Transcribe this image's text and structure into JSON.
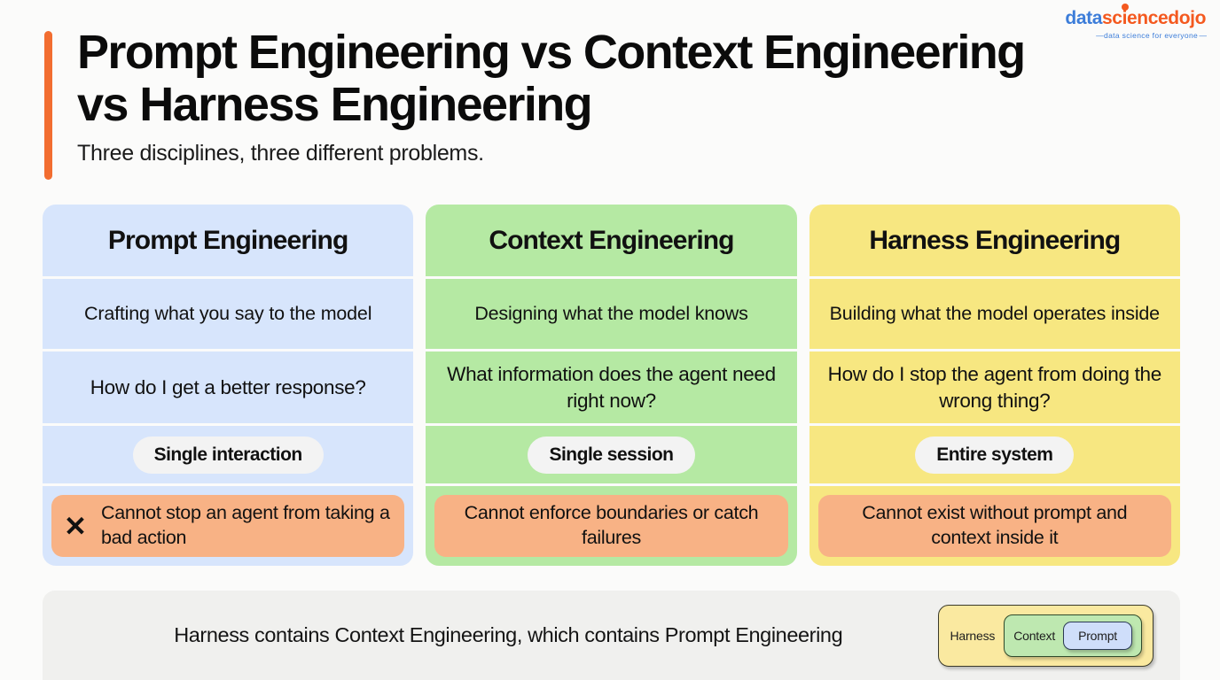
{
  "logo": {
    "part1": "data",
    "part2": "science",
    "part3": "dojo",
    "tagline": "data science for everyone",
    "colors": {
      "blue": "#3C7DD9",
      "orange": "#F4591F"
    }
  },
  "header": {
    "title": "Prompt Engineering vs Context Engineering vs Harness Engineering",
    "title_line1": "Prompt Engineering vs Context Engineering",
    "title_line2": "vs Harness Engineering",
    "subtitle": "Three disciplines, three different problems.",
    "accent_color": "#F26D30"
  },
  "columns": [
    {
      "title": "Prompt Engineering",
      "description": "Crafting what you say to the model",
      "question": "How do I get a better response?",
      "scope": "Single interaction",
      "limitation": "Cannot stop an agent from taking a bad action",
      "has_x_icon": true,
      "color": "#D7E5FC"
    },
    {
      "title": "Context Engineering",
      "description": "Designing what the model knows",
      "question": "What information does the agent need right now?",
      "scope": "Single session",
      "limitation": "Cannot enforce boundaries or catch failures",
      "has_x_icon": false,
      "color": "#B5E9A3"
    },
    {
      "title": "Harness Engineering",
      "description": "Building what the model operates inside",
      "question": "How do I stop the agent from doing the wrong thing?",
      "scope": "Entire system",
      "limitation": "Cannot exist without prompt and context inside it",
      "has_x_icon": false,
      "color": "#F7E781"
    }
  ],
  "footer": {
    "summary": "Harness contains Context Engineering, which contains Prompt Engineering",
    "diagram": {
      "outer_label": "Harness",
      "middle_label": "Context",
      "inner_label": "Prompt",
      "outer_color": "#FAE9A0",
      "middle_color": "#BEE8B0",
      "inner_color": "#CFDEFA"
    }
  },
  "warning_color": "#F8B285",
  "x_glyph": "✕"
}
